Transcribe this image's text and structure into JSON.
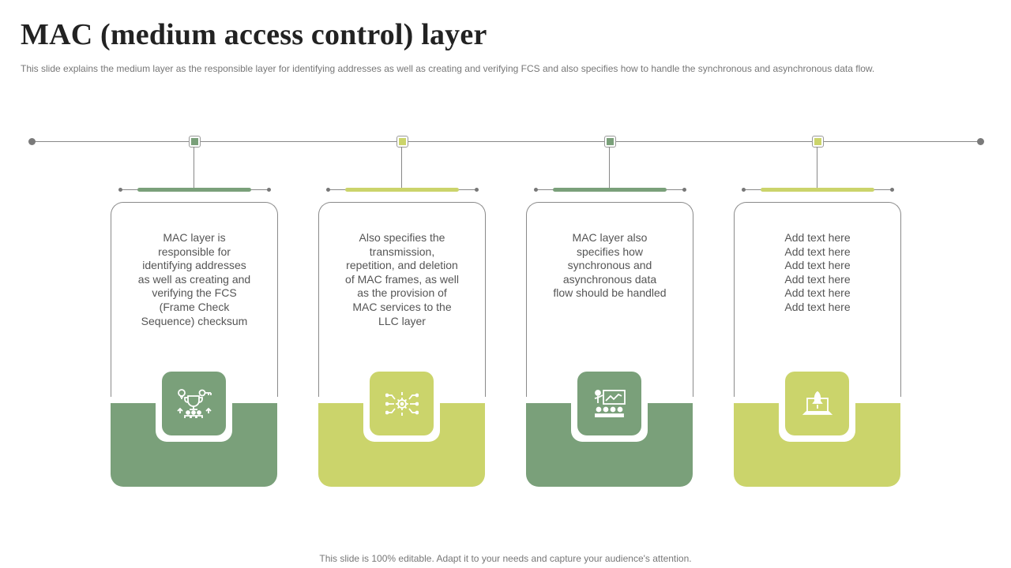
{
  "title": "MAC (medium access control) layer",
  "subtitle": "This slide explains the medium layer as the responsible layer for identifying addresses as well as creating and verifying FCS  and also specifies how to handle the synchronous and asynchronous data flow.",
  "footer": "This slide is 100% editable. Adapt it to your needs and capture your audience's attention.",
  "colors": {
    "green": "#7aa07a",
    "lime": "#cbd46b",
    "line": "#888888"
  },
  "cards": [
    {
      "text": "MAC layer is\nresponsible for\nidentifying addresses\nas well as creating and\nverifying the FCS\n(Frame Check\nSequence) checksum",
      "color": "green",
      "icon": "trophy-key-team-icon"
    },
    {
      "text": "Also specifies the\ntransmission,\nrepetition, and deletion\nof MAC frames, as well\nas the provision of\nMAC services to the\nLLC layer",
      "color": "lime",
      "icon": "gear-network-icon"
    },
    {
      "text": "MAC layer also\nspecifies how\nsynchronous and\nasynchronous data\nflow should be handled",
      "color": "green",
      "icon": "presentation-audience-icon"
    },
    {
      "text": "Add text here\nAdd text here\nAdd text here\nAdd text here\nAdd text here\nAdd text here",
      "color": "lime",
      "icon": "laptop-rocket-icon"
    }
  ]
}
